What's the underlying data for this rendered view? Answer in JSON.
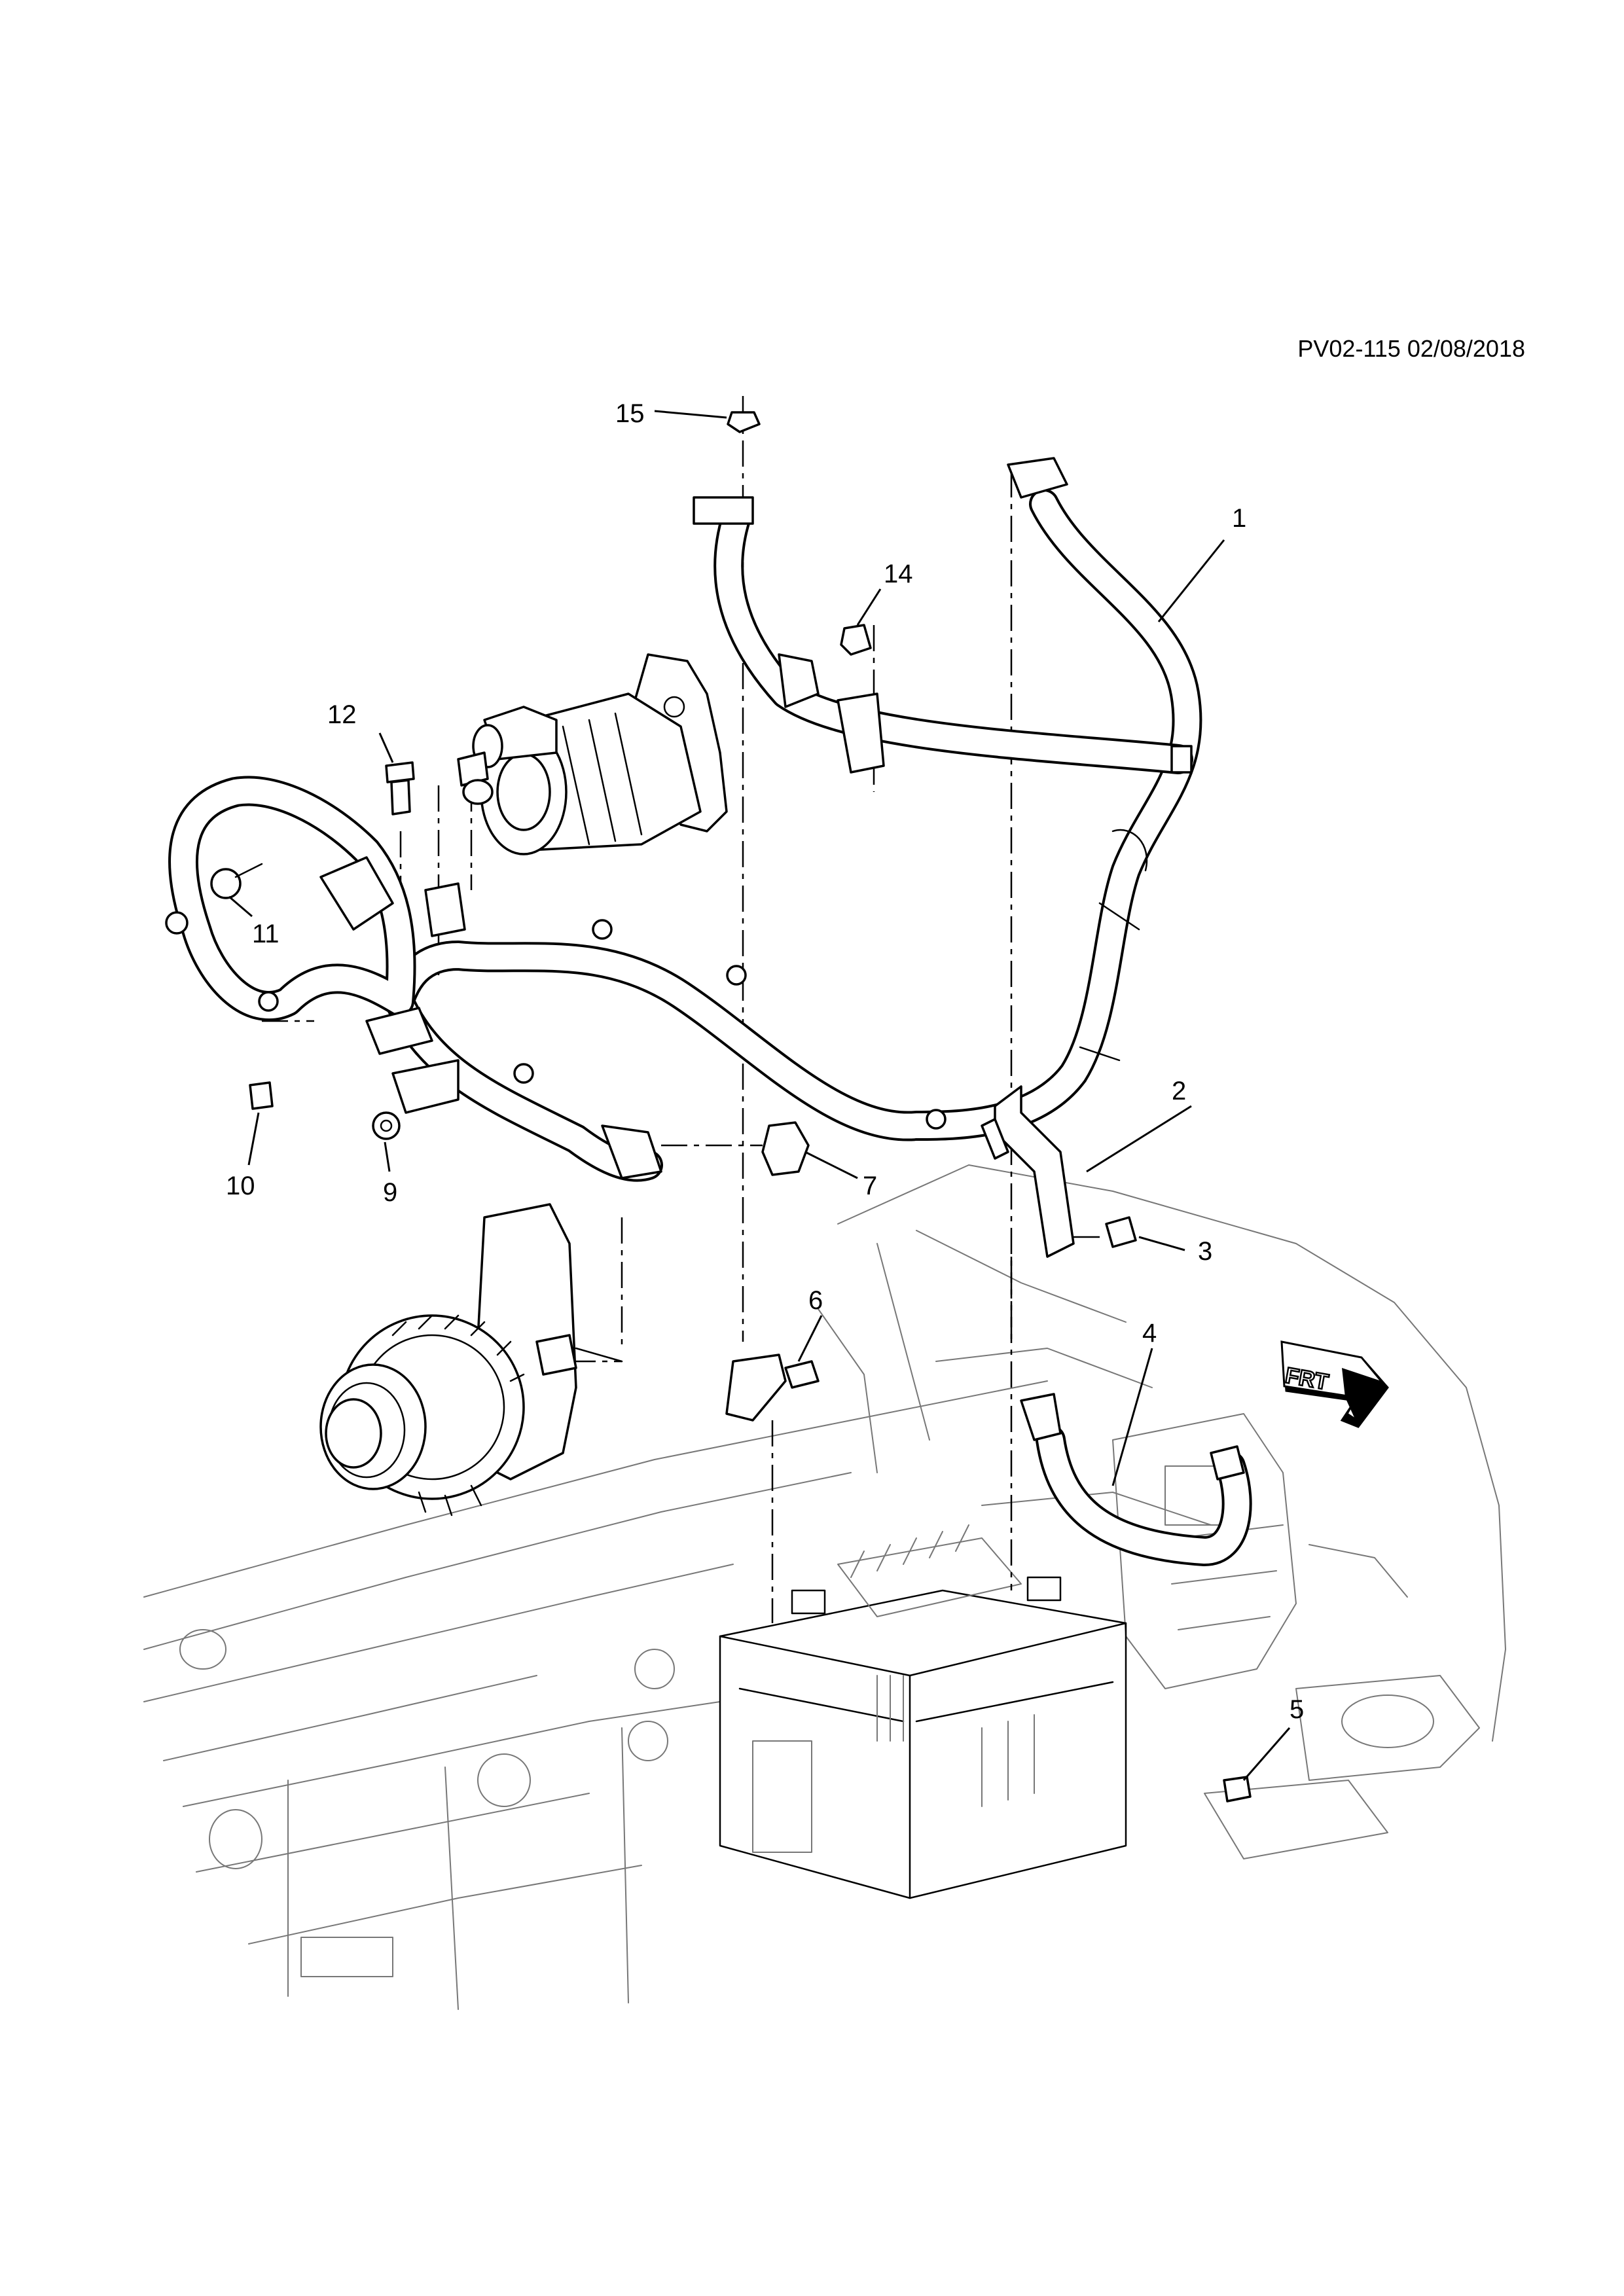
{
  "header": {
    "reference": "PV02-115 02/08/2018"
  },
  "orientation_badge": {
    "label": "FRT",
    "icon": "front-direction-arrow-icon"
  },
  "callouts": {
    "c1": "1",
    "c2": "2",
    "c3": "3",
    "c4": "4",
    "c5": "5",
    "c6": "6",
    "c7": "7",
    "c9": "9",
    "c10": "10",
    "c11": "11",
    "c12": "12",
    "c14": "14",
    "c15": "15"
  }
}
